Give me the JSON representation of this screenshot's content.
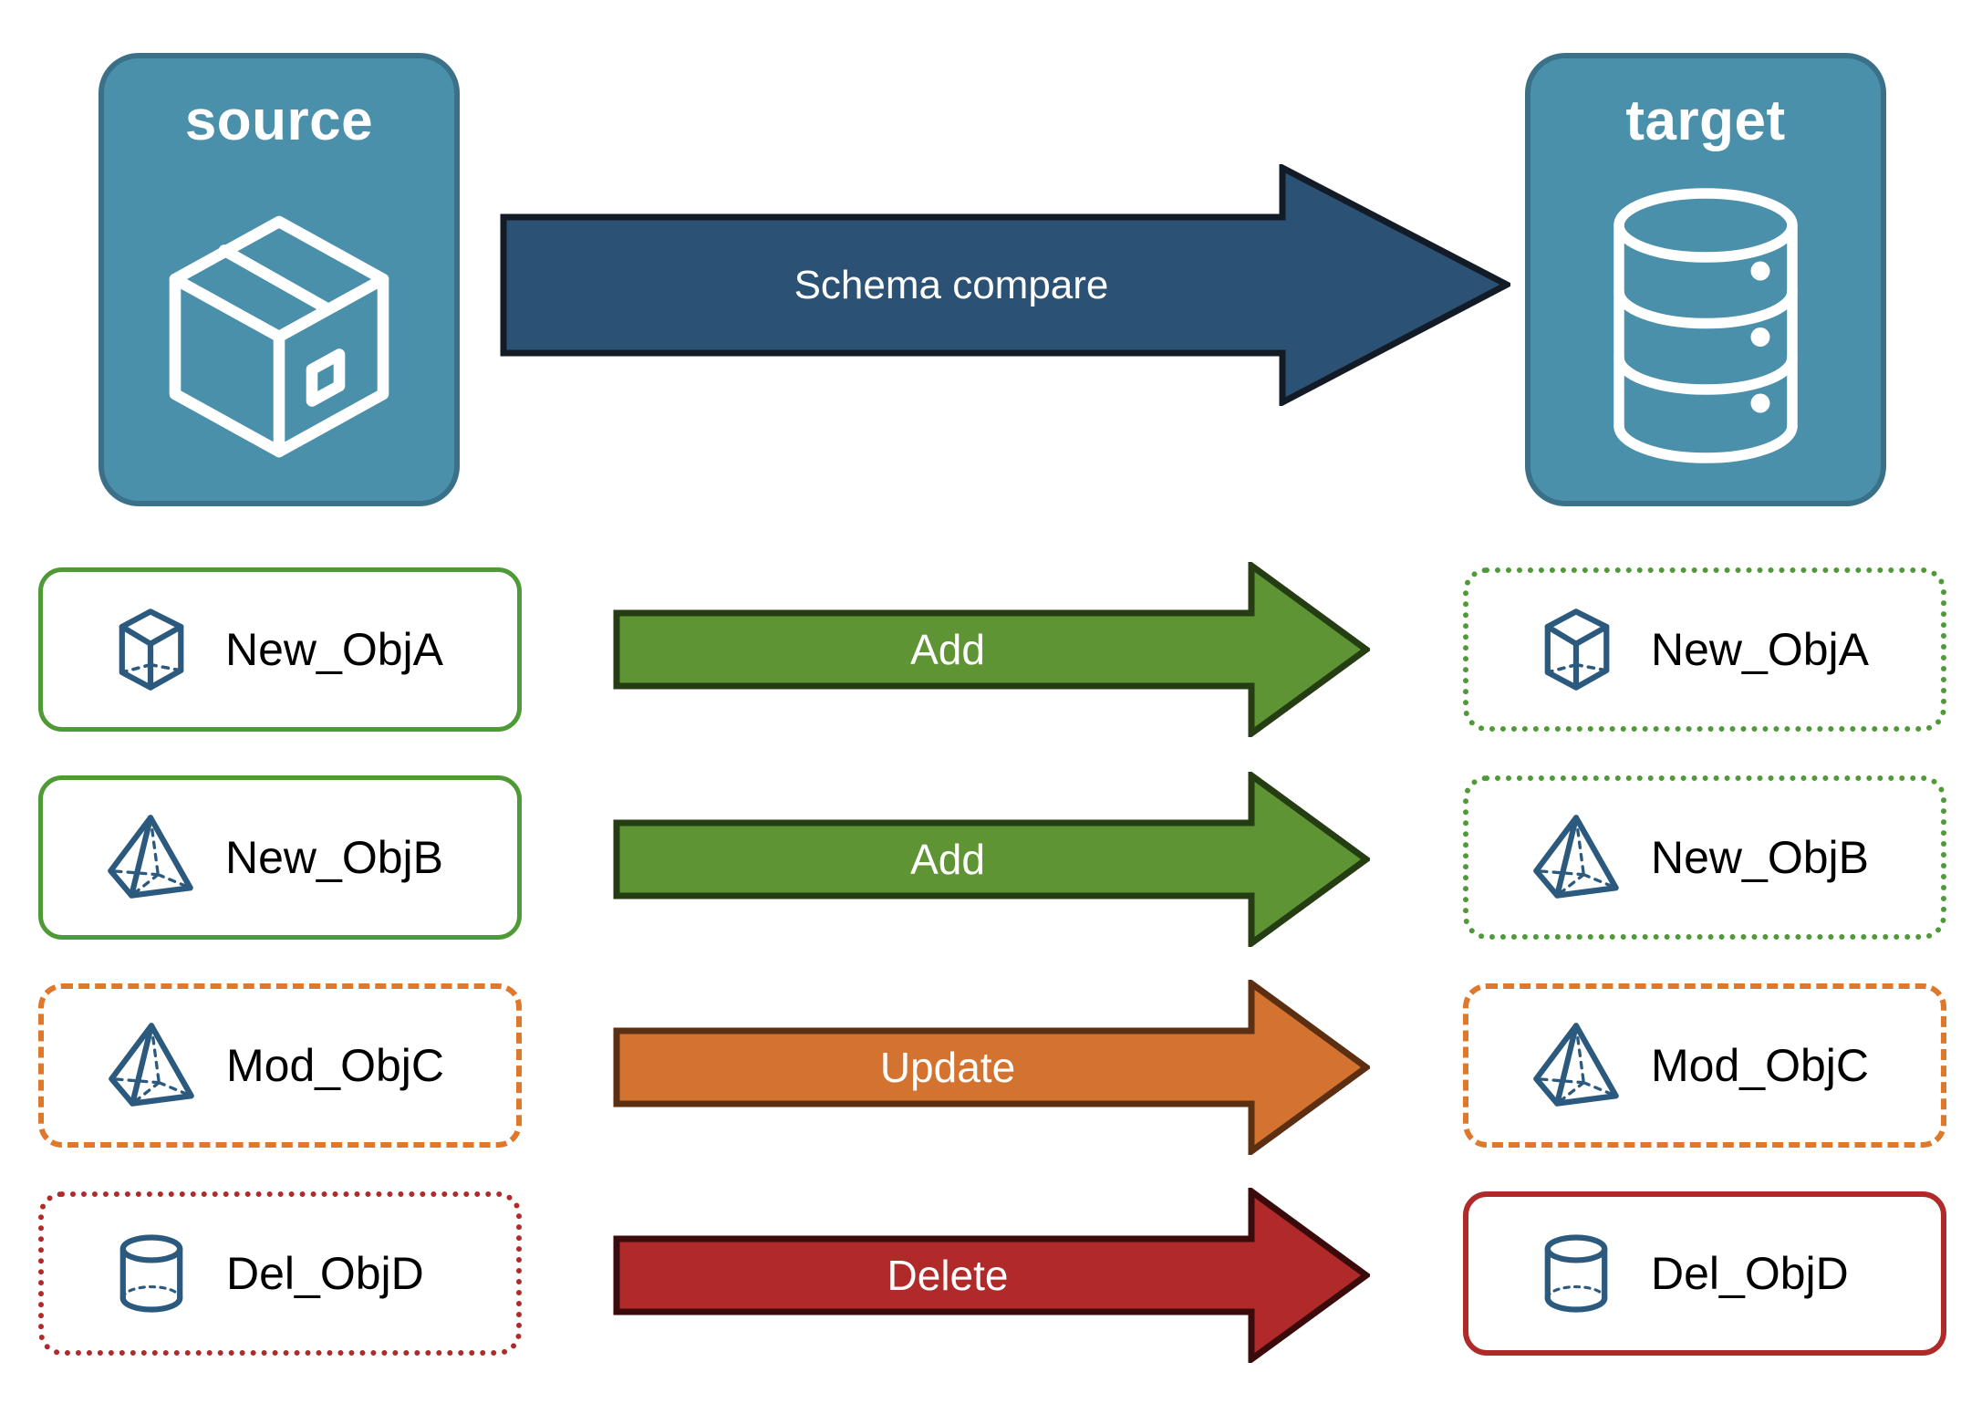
{
  "endpoints": {
    "source": {
      "title": "source",
      "icon": "package-cube-icon",
      "fill": "#4A90AB",
      "stroke": "#3A7189"
    },
    "target": {
      "title": "target",
      "icon": "database-cylinder-icon",
      "fill": "#4A90AB",
      "stroke": "#3A7189"
    }
  },
  "main_arrow": {
    "label": "Schema compare",
    "fill": "#2B5275",
    "stroke": "#121B26"
  },
  "rows": [
    {
      "action": "Add",
      "arrow_fill": "#5E9434",
      "arrow_stroke": "#243D12",
      "source": {
        "label": "New_ObjA",
        "icon": "cube-wireframe-icon",
        "border_style": "solid",
        "border_color": "#4E9A36"
      },
      "target": {
        "label": "New_ObjA",
        "icon": "cube-wireframe-icon",
        "border_style": "dotted",
        "border_color": "#4E9A36"
      }
    },
    {
      "action": "Add",
      "arrow_fill": "#5E9434",
      "arrow_stroke": "#243D12",
      "source": {
        "label": "New_ObjB",
        "icon": "pyramid-wireframe-icon",
        "border_style": "solid",
        "border_color": "#4E9A36"
      },
      "target": {
        "label": "New_ObjB",
        "icon": "pyramid-wireframe-icon",
        "border_style": "dotted",
        "border_color": "#4E9A36"
      }
    },
    {
      "action": "Update",
      "arrow_fill": "#D4722F",
      "arrow_stroke": "#5C2E12",
      "source": {
        "label": "Mod_ObjC",
        "icon": "pyramid-wireframe-icon",
        "border_style": "dashed",
        "border_color": "#E0782C"
      },
      "target": {
        "label": "Mod_ObjC",
        "icon": "pyramid-wireframe-icon",
        "border_style": "dashed",
        "border_color": "#E0782C"
      }
    },
    {
      "action": "Delete",
      "arrow_fill": "#B02A2A",
      "arrow_stroke": "#3B0A0A",
      "source": {
        "label": "Del_ObjD",
        "icon": "cylinder-wireframe-icon",
        "border_style": "dotted",
        "border_color": "#B02A2A"
      },
      "target": {
        "label": "Del_ObjD",
        "icon": "cylinder-wireframe-icon",
        "border_style": "solid",
        "border_color": "#B02A2A"
      }
    }
  ],
  "palette": {
    "icon_blue": "#2C5A7E",
    "white": "#FFFFFF",
    "background": "#FFFFFF"
  }
}
